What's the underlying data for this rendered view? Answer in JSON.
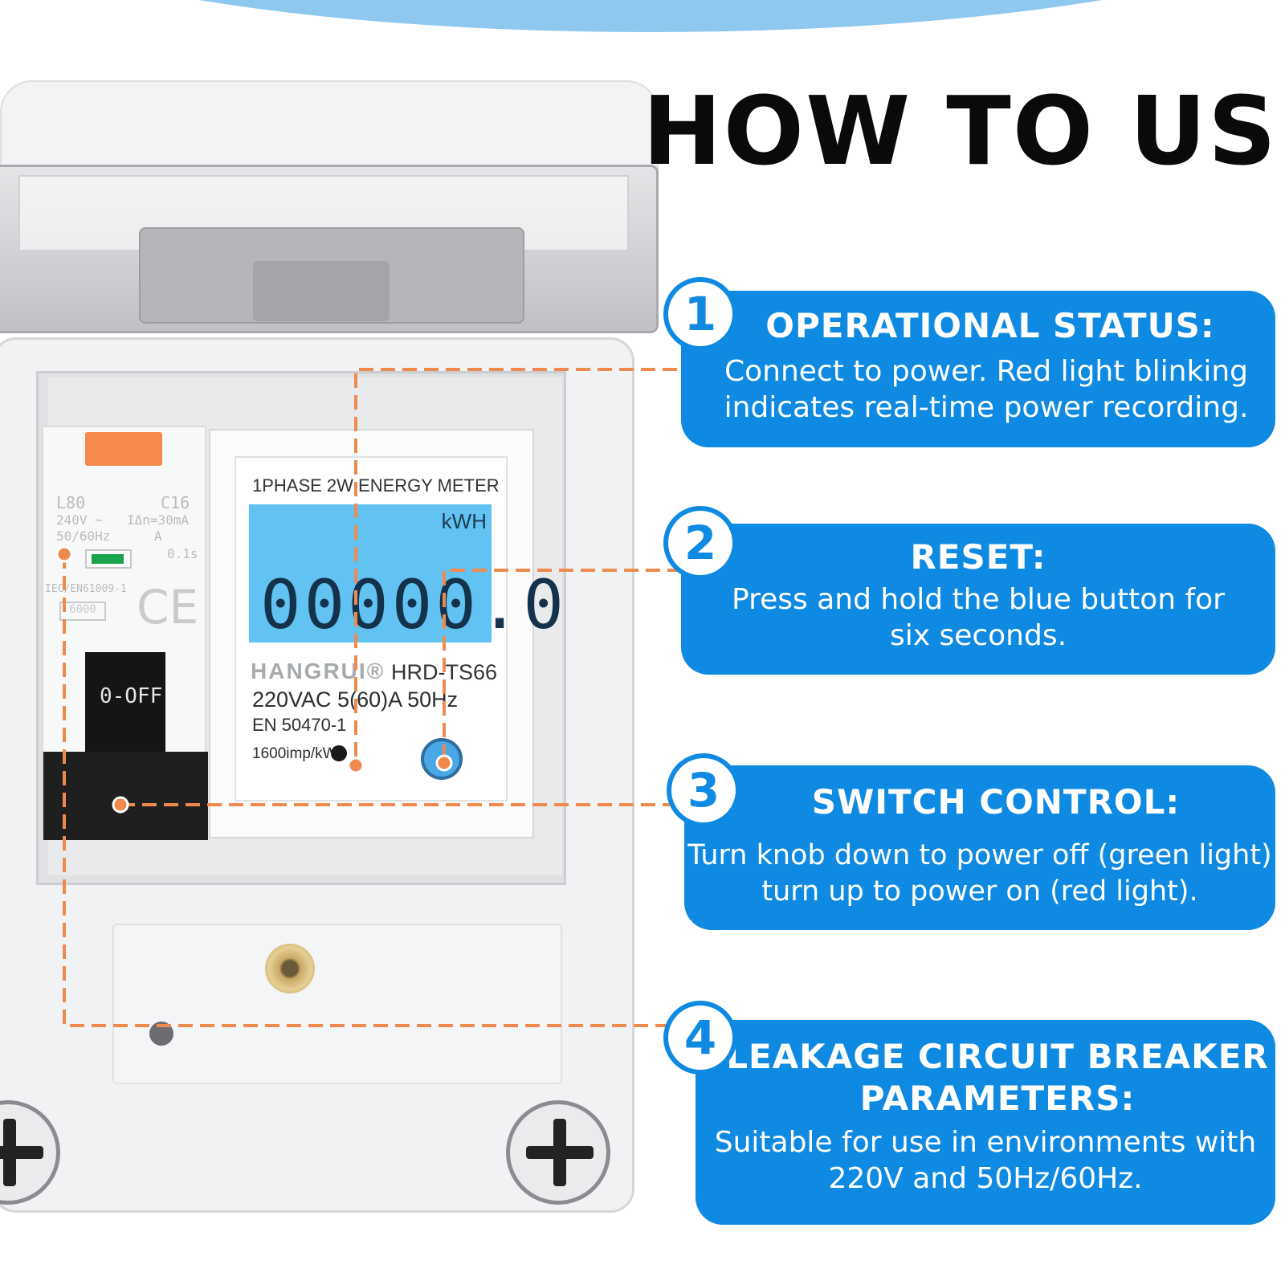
{
  "title": "HOW TO USE",
  "device": {
    "breaker": {
      "rating_left": "L80",
      "rating_right": "C16",
      "voltage": "240V ~",
      "frequency": "50/60Hz",
      "sensitivity": "IΔn=30mA",
      "type": "A",
      "trip_time": "0.1s",
      "standard": "IEC/EN61009-1",
      "capacity": "6000",
      "handle_label": "0-OFF"
    },
    "meter": {
      "heading": "1PHASE 2W ENERGY METER",
      "unit": "kWH",
      "reading": "00000.0",
      "brand": "HANGRUI®",
      "model": "HRD-TS66",
      "rating": "220VAC   5(60)A   50Hz",
      "standard": "EN 50470-1",
      "impulse": "1600imp/kWh"
    }
  },
  "steps": [
    {
      "number": "1",
      "title": "OPERATIONAL STATUS:",
      "text_line1": "Connect to power. Red light blinking",
      "text_line2": "indicates real-time power recording."
    },
    {
      "number": "2",
      "title": "RESET:",
      "text_line1": "Press and hold the blue button for",
      "text_line2": "six seconds."
    },
    {
      "number": "3",
      "title": "SWITCH CONTROL:",
      "text_line1": "Turn knob down to power off (green light)",
      "text_line2": "turn up to power on (red light)."
    },
    {
      "number": "4",
      "title_line1": "LEAKAGE CIRCUIT BREAKER",
      "title_line2": "PARAMETERS:",
      "text_line1": "Suitable for use in environments with",
      "text_line2": "220V and 50Hz/60Hz."
    }
  ],
  "colors": {
    "card_blue": "#0f8ae2",
    "leader_orange": "#ef8a4e",
    "lcd_blue": "#62c3f2",
    "top_band": "#8ec8ee"
  }
}
